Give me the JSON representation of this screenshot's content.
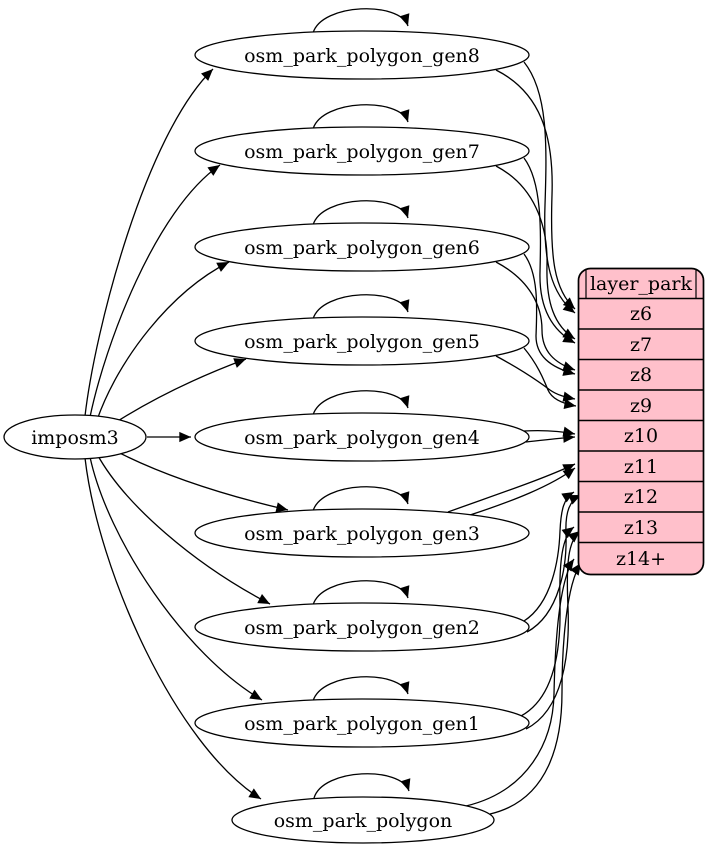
{
  "diagram": {
    "kind": "etl-graph",
    "background": "#ffffff",
    "source": {
      "label": "imposm3"
    },
    "tables": [
      {
        "label": "osm_park_polygon_gen8",
        "self_loop": true,
        "maps_to": "z6",
        "mapping_edges": 2
      },
      {
        "label": "osm_park_polygon_gen7",
        "self_loop": true,
        "maps_to": "z7",
        "mapping_edges": 2
      },
      {
        "label": "osm_park_polygon_gen6",
        "self_loop": true,
        "maps_to": "z8",
        "mapping_edges": 2
      },
      {
        "label": "osm_park_polygon_gen5",
        "self_loop": true,
        "maps_to": "z9",
        "mapping_edges": 2
      },
      {
        "label": "osm_park_polygon_gen4",
        "self_loop": true,
        "maps_to": "z10",
        "mapping_edges": 2
      },
      {
        "label": "osm_park_polygon_gen3",
        "self_loop": true,
        "maps_to": "z11",
        "mapping_edges": 2
      },
      {
        "label": "osm_park_polygon_gen2",
        "self_loop": true,
        "maps_to": "z12",
        "mapping_edges": 2
      },
      {
        "label": "osm_park_polygon_gen1",
        "self_loop": true,
        "maps_to": "z13",
        "mapping_edges": 2
      },
      {
        "label": "osm_park_polygon",
        "self_loop": true,
        "maps_to": "z14+",
        "mapping_edges": 2
      }
    ],
    "layer_table": {
      "title": "layer_park",
      "rows": [
        "z6",
        "z7",
        "z8",
        "z9",
        "z10",
        "z11",
        "z12",
        "z13",
        "z14+"
      ]
    },
    "edges": {
      "imposm3_to_tables": [
        "osm_park_polygon_gen8",
        "osm_park_polygon_gen7",
        "osm_park_polygon_gen6",
        "osm_park_polygon_gen5",
        "osm_park_polygon_gen4",
        "osm_park_polygon_gen3",
        "osm_park_polygon_gen2",
        "osm_park_polygon_gen1",
        "osm_park_polygon"
      ],
      "table_to_layer": [
        [
          "osm_park_polygon_gen8",
          "z6"
        ],
        [
          "osm_park_polygon_gen7",
          "z7"
        ],
        [
          "osm_park_polygon_gen6",
          "z8"
        ],
        [
          "osm_park_polygon_gen5",
          "z9"
        ],
        [
          "osm_park_polygon_gen4",
          "z10"
        ],
        [
          "osm_park_polygon_gen3",
          "z11"
        ],
        [
          "osm_park_polygon_gen2",
          "z12"
        ],
        [
          "osm_park_polygon_gen1",
          "z13"
        ],
        [
          "osm_park_polygon",
          "z14+"
        ]
      ]
    },
    "colors": {
      "layer_fill": "#ffc0cb",
      "node_fill": "#ffffff",
      "stroke": "#000000",
      "text": "#000000"
    }
  }
}
